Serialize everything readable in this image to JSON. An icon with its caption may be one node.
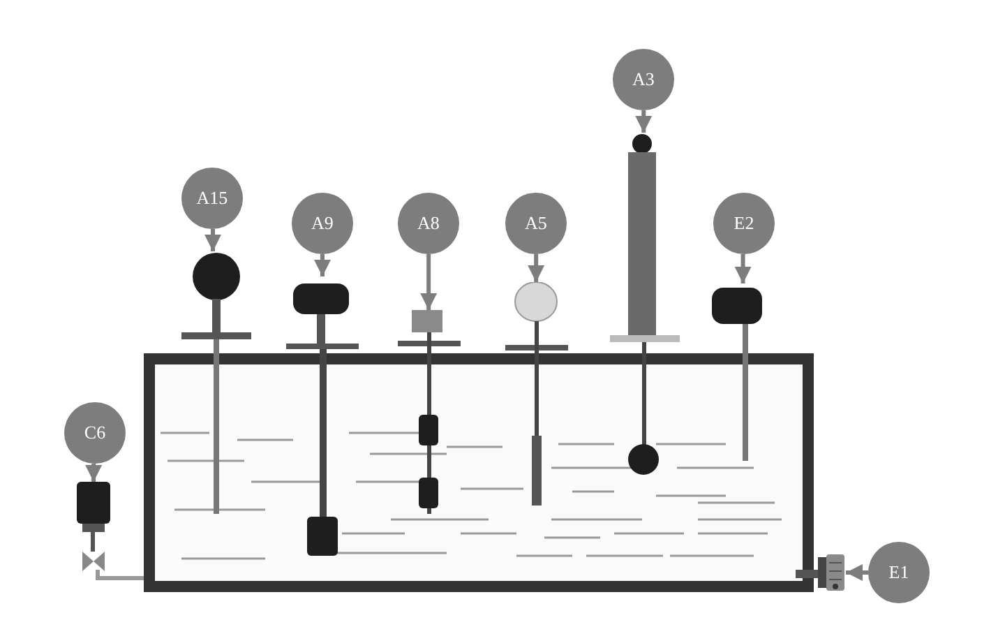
{
  "diagram": {
    "nodes": [
      {
        "text": [
          "A3"
        ]
      },
      {
        "text": [
          "A15"
        ]
      },
      {
        "text": [
          "A9"
        ]
      },
      {
        "text": [
          "A8"
        ]
      },
      {
        "text": [
          "A5"
        ]
      },
      {
        "text": [
          "E2"
        ]
      },
      {
        "text": [
          "C6"
        ]
      },
      {
        "text": [
          "E1"
        ]
      },
      {
        "text": [],
        "shape": "picture"
      },
      {
        "text": [],
        "shape": "picture"
      },
      {
        "text": [],
        "shape": "picture"
      },
      {
        "text": [],
        "shape": "picture"
      },
      {
        "text": [],
        "shape": "picture"
      },
      {
        "text": [],
        "shape": "picture"
      },
      {
        "text": [],
        "shape": "picture"
      },
      {
        "text": [],
        "shape": "picture"
      }
    ],
    "edges": [
      {
        "from": 0,
        "to": 13,
        "arrow": "to"
      },
      {
        "from": 1,
        "to": 9,
        "arrow": "to"
      },
      {
        "from": 2,
        "to": 10,
        "arrow": "to"
      },
      {
        "from": 3,
        "to": 11,
        "arrow": "to"
      },
      {
        "from": 4,
        "to": 12,
        "arrow": "to"
      },
      {
        "from": 5,
        "to": 14,
        "arrow": "to"
      },
      {
        "from": 6,
        "to": 8,
        "arrow": "to"
      },
      {
        "from": 7,
        "to": 15,
        "arrow": "to"
      }
    ]
  }
}
